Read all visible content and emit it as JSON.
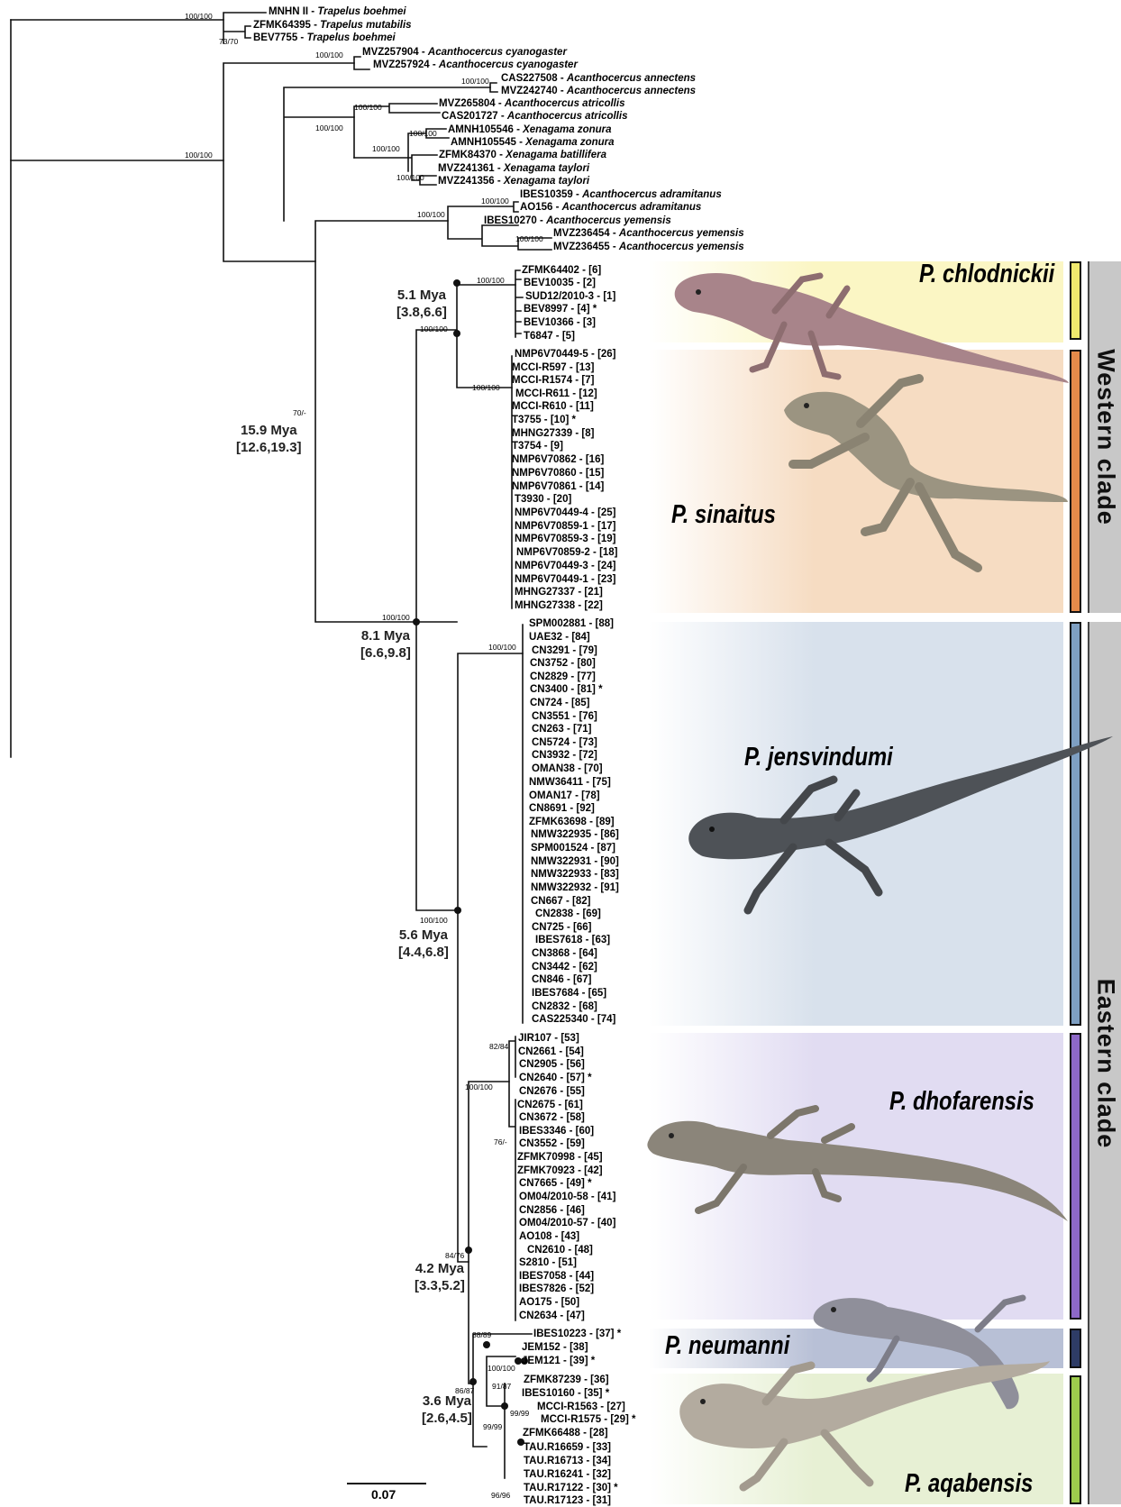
{
  "tips": [
    {
      "id": "MNHN II",
      "species": "Trapelus boehmei"
    },
    {
      "id": "ZFMK64395",
      "species": "Trapelus mutabilis"
    },
    {
      "id": "BEV7755",
      "species": "Trapelus boehmei"
    },
    {
      "id": "MVZ257904",
      "species": "Acanthocercus cyanogaster"
    },
    {
      "id": "MVZ257924",
      "species": "Acanthocercus cyanogaster"
    },
    {
      "id": "CAS227508",
      "species": "Acanthocercus annectens"
    },
    {
      "id": "MVZ242740",
      "species": "Acanthocercus annectens"
    },
    {
      "id": "MVZ265804",
      "species": "Acanthocercus atricollis"
    },
    {
      "id": "CAS201727",
      "species": "Acanthocercus atricollis"
    },
    {
      "id": "AMNH105546",
      "species": "Xenagama zonura"
    },
    {
      "id": "AMNH105545",
      "species": "Xenagama zonura"
    },
    {
      "id": "ZFMK84370",
      "species": "Xenagama batillifera"
    },
    {
      "id": "MVZ241361",
      "species": "Xenagama taylori"
    },
    {
      "id": "MVZ241356",
      "species": "Xenagama taylori"
    },
    {
      "id": "IBES10359",
      "species": "Acanthocercus adramitanus"
    },
    {
      "id": "AO156",
      "species": "Acanthocercus adramitanus"
    },
    {
      "id": "IBES10270",
      "species": "Acanthocercus yemensis"
    },
    {
      "id": "MVZ236454",
      "species": "Acanthocercus yemensis"
    },
    {
      "id": "MVZ236455",
      "species": "Acanthocercus yemensis"
    },
    {
      "id": "ZFMK64402",
      "code": "[6]"
    },
    {
      "id": "BEV10035",
      "code": "[2]"
    },
    {
      "id": "SUD12/2010-3",
      "code": "[1]"
    },
    {
      "id": "BEV8997",
      "code": "[4] *"
    },
    {
      "id": "BEV10366",
      "code": "[3]"
    },
    {
      "id": "T6847",
      "code": "[5]"
    },
    {
      "id": "NMP6V70449-5",
      "code": "[26]"
    },
    {
      "id": "MCCI-R597",
      "code": "[13]"
    },
    {
      "id": "MCCI-R1574",
      "code": "[7]"
    },
    {
      "id": "MCCI-R611",
      "code": "[12]"
    },
    {
      "id": "MCCI-R610",
      "code": "[11]"
    },
    {
      "id": "T3755",
      "code": "[10] *"
    },
    {
      "id": "MHNG27339",
      "code": "[8]"
    },
    {
      "id": "T3754",
      "code": "[9]"
    },
    {
      "id": "NMP6V70862",
      "code": "[16]"
    },
    {
      "id": "NMP6V70860",
      "code": "[15]"
    },
    {
      "id": "NMP6V70861",
      "code": "[14]"
    },
    {
      "id": "T3930",
      "code": "[20]"
    },
    {
      "id": "NMP6V70449-4",
      "code": "[25]"
    },
    {
      "id": "NMP6V70859-1",
      "code": "[17]"
    },
    {
      "id": "NMP6V70859-3",
      "code": "[19]"
    },
    {
      "id": "NMP6V70859-2",
      "code": "[18]"
    },
    {
      "id": "NMP6V70449-3",
      "code": "[24]"
    },
    {
      "id": "NMP6V70449-1",
      "code": "[23]"
    },
    {
      "id": "MHNG27337",
      "code": "[21]"
    },
    {
      "id": "MHNG27338",
      "code": "[22]"
    },
    {
      "id": "SPM002881",
      "code": "[88]"
    },
    {
      "id": "UAE32",
      "code": "[84]"
    },
    {
      "id": "CN3291",
      "code": "[79]"
    },
    {
      "id": "CN3752",
      "code": "[80]"
    },
    {
      "id": "CN2829",
      "code": "[77]"
    },
    {
      "id": "CN3400",
      "code": "[81] *"
    },
    {
      "id": "CN724",
      "code": "[85]"
    },
    {
      "id": "CN3551",
      "code": "[76]"
    },
    {
      "id": "CN263",
      "code": "[71]"
    },
    {
      "id": "CN5724",
      "code": "[73]"
    },
    {
      "id": "CN3932",
      "code": "[72]"
    },
    {
      "id": "OMAN38",
      "code": "[70]"
    },
    {
      "id": "NMW36411",
      "code": "[75]"
    },
    {
      "id": "OMAN17",
      "code": "[78]"
    },
    {
      "id": "CN8691",
      "code": "[92]"
    },
    {
      "id": "ZFMK63698",
      "code": "[89]"
    },
    {
      "id": "NMW322935",
      "code": "[86]"
    },
    {
      "id": "SPM001524",
      "code": "[87]"
    },
    {
      "id": "NMW322931",
      "code": "[90]"
    },
    {
      "id": "NMW322933",
      "code": "[83]"
    },
    {
      "id": "NMW322932",
      "code": "[91]"
    },
    {
      "id": "CN667",
      "code": "[82]"
    },
    {
      "id": "CN2838",
      "code": "[69]"
    },
    {
      "id": "CN725",
      "code": "[66]"
    },
    {
      "id": "IBES7618",
      "code": "[63]"
    },
    {
      "id": "CN3868",
      "code": "[64]"
    },
    {
      "id": "CN3442",
      "code": "[62]"
    },
    {
      "id": "CN846",
      "code": "[67]"
    },
    {
      "id": "IBES7684",
      "code": "[65]"
    },
    {
      "id": "CN2832",
      "code": "[68]"
    },
    {
      "id": "CAS225340",
      "code": "[74]"
    },
    {
      "id": "JIR107",
      "code": "[53]"
    },
    {
      "id": "CN2661",
      "code": "[54]"
    },
    {
      "id": "CN2905",
      "code": "[56]"
    },
    {
      "id": "CN2640",
      "code": "[57] *"
    },
    {
      "id": "CN2676",
      "code": "[55]"
    },
    {
      "id": "CN2675",
      "code": "[61]"
    },
    {
      "id": "CN3672",
      "code": "[58]"
    },
    {
      "id": "IBES3346",
      "code": "[60]"
    },
    {
      "id": "CN3552",
      "code": "[59]"
    },
    {
      "id": "ZFMK70998",
      "code": "[45]"
    },
    {
      "id": "ZFMK70923",
      "code": "[42]"
    },
    {
      "id": "CN7665",
      "code": "[49] *"
    },
    {
      "id": "OM04/2010-58",
      "code": "[41]"
    },
    {
      "id": "CN2856",
      "code": "[46]"
    },
    {
      "id": "OM04/2010-57",
      "code": "[40]"
    },
    {
      "id": "AO108",
      "code": "[43]"
    },
    {
      "id": "CN2610",
      "code": "[48]"
    },
    {
      "id": "S2810",
      "code": "[51]"
    },
    {
      "id": "IBES7058",
      "code": "[44]"
    },
    {
      "id": "IBES7826",
      "code": "[52]"
    },
    {
      "id": "AO175",
      "code": "[50]"
    },
    {
      "id": "CN2634",
      "code": "[47]"
    },
    {
      "id": "IBES10223",
      "code": "[37] *"
    },
    {
      "id": "JEM152",
      "code": "[38]"
    },
    {
      "id": "JEM121",
      "code": "[39] *"
    },
    {
      "id": "ZFMK87239",
      "code": "[36]"
    },
    {
      "id": "IBES10160",
      "code": "[35] *"
    },
    {
      "id": "MCCI-R1563",
      "code": "[27]"
    },
    {
      "id": "MCCI-R1575",
      "code": "[29] *"
    },
    {
      "id": "ZFMK66488",
      "code": "[28]"
    },
    {
      "id": "TAU.R16659",
      "code": "[33]"
    },
    {
      "id": "TAU.R16713",
      "code": "[34]"
    },
    {
      "id": "TAU.R16241",
      "code": "[32]"
    },
    {
      "id": "TAU.R17122",
      "code": "[30] *"
    },
    {
      "id": "TAU.R17123",
      "code": "[31]"
    }
  ],
  "support": [
    "100/100",
    "73/70",
    "100/100",
    "100/100",
    "100/100",
    "100/100",
    "100/100",
    "100/100",
    "100/100",
    "100/100",
    "100/100",
    "100/100",
    "100/100",
    "100/100",
    "100/100",
    "70/-",
    "100/100",
    "100/100",
    "100/100",
    "100/100",
    "100/100",
    "100/100",
    "82/84",
    "100/100",
    "76/-",
    "84/76",
    "88/89",
    "100/100",
    "86/87",
    "91/87",
    "99/99",
    "99/99",
    "96/96"
  ],
  "dating": [
    {
      "age": "15.9 Mya",
      "hpd": "[12.6,19.3]"
    },
    {
      "age": "5.1 Mya",
      "hpd": "[3.8,6.6]"
    },
    {
      "age": "8.1 Mya",
      "hpd": "[6.6,9.8]"
    },
    {
      "age": "5.6 Mya",
      "hpd": "[4.4,6.8]"
    },
    {
      "age": "4.2 Mya",
      "hpd": "[3.3,5.2]"
    },
    {
      "age": "3.6 Mya",
      "hpd": "[2.6,4.5]"
    }
  ],
  "species_labels": {
    "chlodnickii": "P. chlodnickii",
    "sinaitus": "P. sinaitus",
    "jensvindumi": "P. jensvindumi",
    "dhofarensis": "P. dhofarensis",
    "neumanni": "P. neumanni",
    "aqabensis": "P. aqabensis"
  },
  "clades": {
    "western": "Western clade",
    "eastern": "Eastern clade"
  },
  "scale_bar": "0.07",
  "colors": {
    "chlodnickii": "#f0e96e",
    "sinaitus": "#e58a4a",
    "jensvindumi": "#7e9fc2",
    "dhofarensis": "#8d68c7",
    "neumanni": "#2e3c66",
    "aqabensis": "#9dcb4d"
  }
}
